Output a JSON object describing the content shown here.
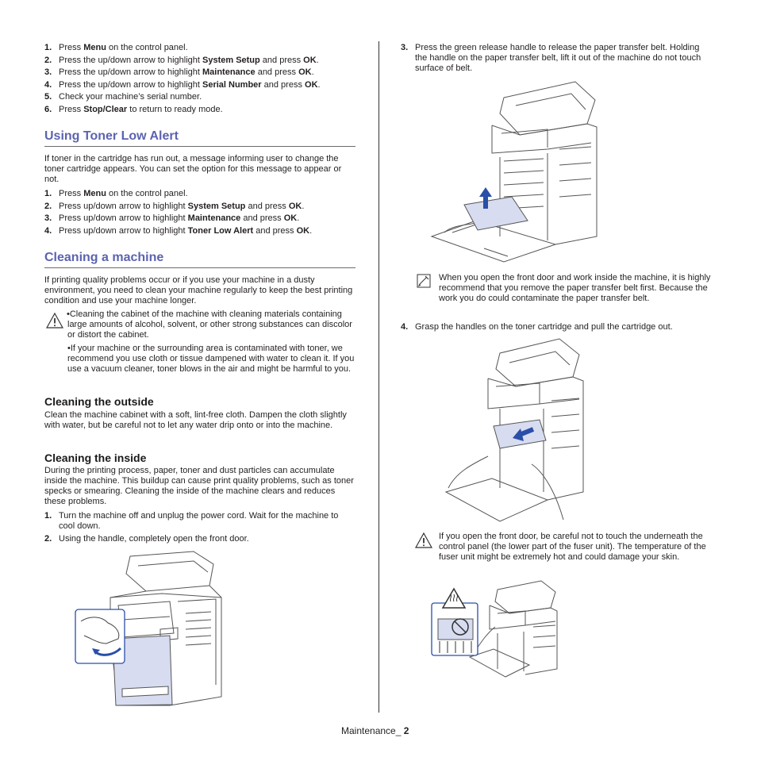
{
  "left": {
    "top_steps": [
      {
        "n": "1.",
        "pre": "Press ",
        "b1": "Menu",
        "mid": " on the control panel.",
        "b2": "",
        "post": ""
      },
      {
        "n": "2.",
        "pre": "Press the up/down arrow to highlight ",
        "b1": "System Setup",
        "mid": " and press ",
        "b2": "OK",
        "post": "."
      },
      {
        "n": "3.",
        "pre": "Press the up/down arrow to highlight ",
        "b1": "Maintenance",
        "mid": " and press ",
        "b2": "OK",
        "post": "."
      },
      {
        "n": "4.",
        "pre": "Press the up/down arrow to highlight ",
        "b1": "Serial Number",
        "mid": " and press ",
        "b2": "OK",
        "post": "."
      },
      {
        "n": "5.",
        "pre": "Check your machine’s serial number.",
        "b1": "",
        "mid": "",
        "b2": "",
        "post": ""
      },
      {
        "n": "6.",
        "pre": "Press ",
        "b1": "Stop/Clear",
        "mid": " to return to ready mode.",
        "b2": "",
        "post": ""
      }
    ],
    "toner_heading": "Using Toner Low Alert",
    "toner_intro": "If toner in the cartridge has run out, a message informing user to change the toner cartridge appears. You can set the option for this message to appear or not.",
    "toner_steps": [
      {
        "n": "1.",
        "pre": "Press ",
        "b1": "Menu",
        "mid": " on the control panel.",
        "b2": "",
        "post": ""
      },
      {
        "n": "2.",
        "pre": "Press up/down arrow to highlight ",
        "b1": "System Setup",
        "mid": " and press ",
        "b2": "OK",
        "post": "."
      },
      {
        "n": "3.",
        "pre": "Press up/down arrow to highlight ",
        "b1": "Maintenance",
        "mid": " and press ",
        "b2": "OK",
        "post": "."
      },
      {
        "n": "4.",
        "pre": "Press up/down arrow to highlight ",
        "b1": "Toner Low Alert",
        "mid": " and press ",
        "b2": "OK",
        "post": "."
      }
    ],
    "cleaning_heading": "Cleaning a machine",
    "cleaning_intro": "If printing quality problems occur or if you use your machine in a dusty environment, you need to clean your machine regularly to keep the best printing condition and use your machine longer.",
    "caution_1": "•Cleaning the cabinet of the machine with cleaning materials containing large amounts of alcohol, solvent, or other strong substances can discolor or distort the cabinet.",
    "caution_2": "•If your machine or the surrounding area is contaminated with toner, we recommend you use cloth or tissue dampened with water to clean it. If you use a vacuum cleaner, toner blows in the air and might be harmful to you.",
    "outside_heading": "Cleaning the outside",
    "outside_text": "Clean the machine cabinet with a soft, lint-free cloth. Dampen the cloth slightly with water, but be careful not to let any water drip onto or into the machine.",
    "inside_heading": "Cleaning the inside",
    "inside_text": "During the printing process, paper, toner and dust particles can accumulate inside the machine. This buildup can cause print quality problems, such as toner specks or smearing. Cleaning the inside of the machine clears and reduces these problems.",
    "inside_steps": [
      {
        "n": "1.",
        "text": "Turn the machine off and unplug the power cord. Wait for the machine to cool down."
      },
      {
        "n": "2.",
        "text": "Using the handle, completely open the front door."
      }
    ]
  },
  "right": {
    "step3_num": "3.",
    "step3_text": "Press the green release handle to release the paper transfer belt. Holding the handle on the paper transfer belt, lift it out of the machine do not touch surface of belt.",
    "note_text": "When you open the front door and work inside the machine, it is highly recommend that you remove the paper transfer belt first. Because the work you do could contaminate the paper transfer belt.",
    "step4_num": "4.",
    "step4_text": "Grasp the handles on the toner cartridge and pull the cartridge out.",
    "caution_text": "If you open the front door, be careful not to touch the underneath the control panel (the lower part of the fuser unit). The temperature of the fuser unit might be extremely hot and could damage your skin."
  },
  "footer": {
    "section": "Maintenance_ ",
    "page": "2"
  },
  "colors": {
    "heading": "#5b63b0",
    "arrow": "#2a4fa8",
    "panel_fill": "#d7dcf0"
  }
}
